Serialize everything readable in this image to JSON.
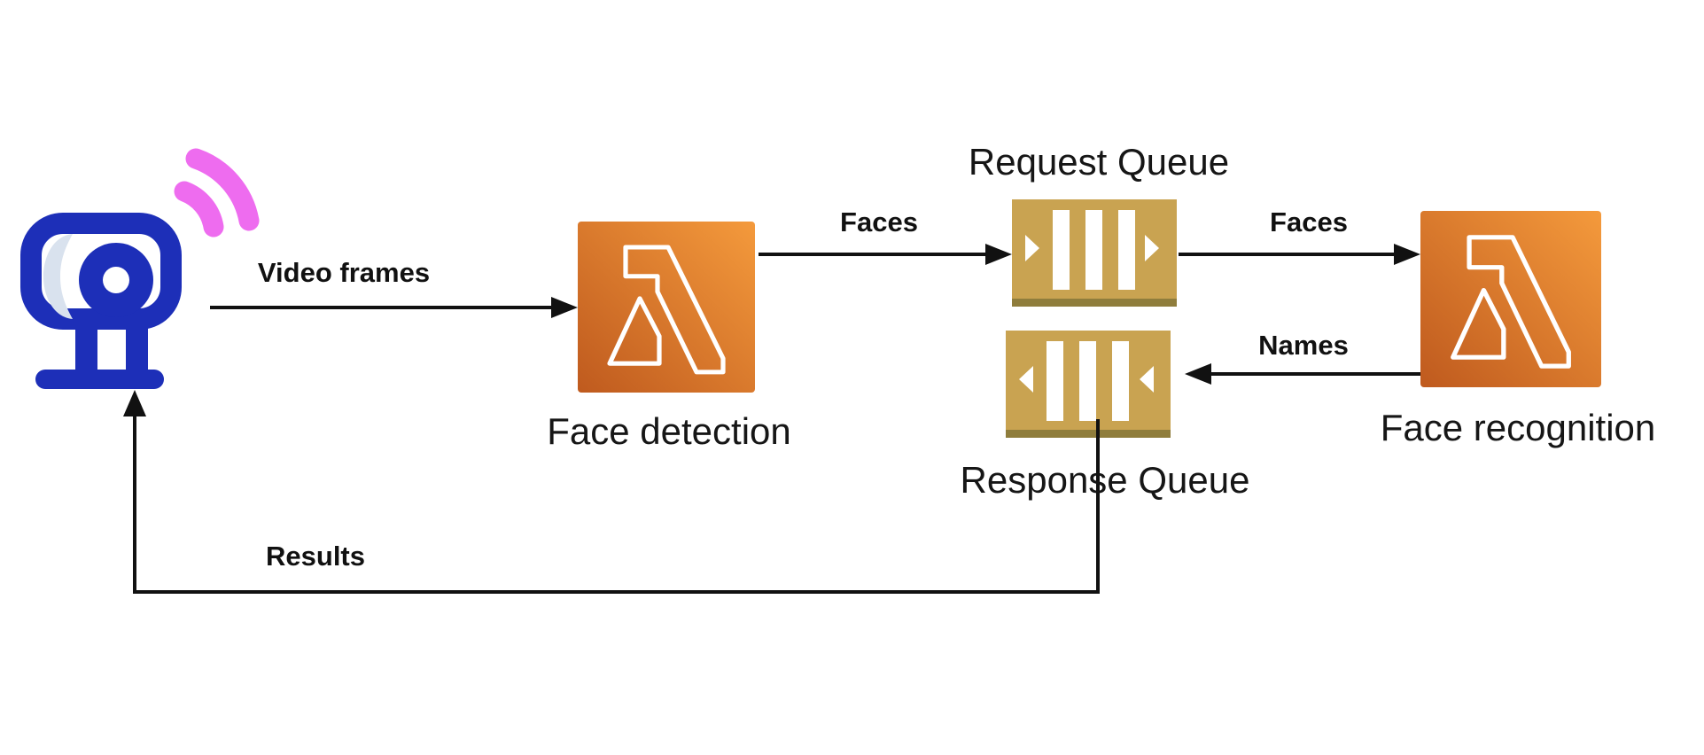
{
  "diagram": {
    "nodes": {
      "webcam": {
        "icon": "webcam-icon",
        "label": ""
      },
      "face_detection": {
        "icon": "lambda-icon",
        "label": "Face detection"
      },
      "request_queue": {
        "icon": "queue-icon",
        "label": "Request Queue"
      },
      "response_queue": {
        "icon": "queue-icon",
        "label": "Response Queue"
      },
      "face_recognition": {
        "icon": "lambda-icon",
        "label": "Face recognition"
      }
    },
    "edges": {
      "video_frames": {
        "label": "Video frames",
        "from": "webcam",
        "to": "face_detection"
      },
      "faces_to_request_queue": {
        "label": "Faces",
        "from": "face_detection",
        "to": "request_queue"
      },
      "faces_to_recognition": {
        "label": "Faces",
        "from": "request_queue",
        "to": "face_recognition"
      },
      "names": {
        "label": "Names",
        "from": "face_recognition",
        "to": "response_queue"
      },
      "results": {
        "label": "Results",
        "from": "response_queue",
        "to": "webcam"
      }
    },
    "colors": {
      "lambda_gradient_light": "#F49A3C",
      "lambda_gradient_dark": "#BF5A1E",
      "queue_gold": "#C9A351",
      "queue_strip": "#8F7D3C",
      "webcam_blue": "#1D2FB8",
      "webcam_shade": "#D9E2EE",
      "wifi_pink": "#EE6CEF",
      "connector_black": "#111111"
    }
  }
}
